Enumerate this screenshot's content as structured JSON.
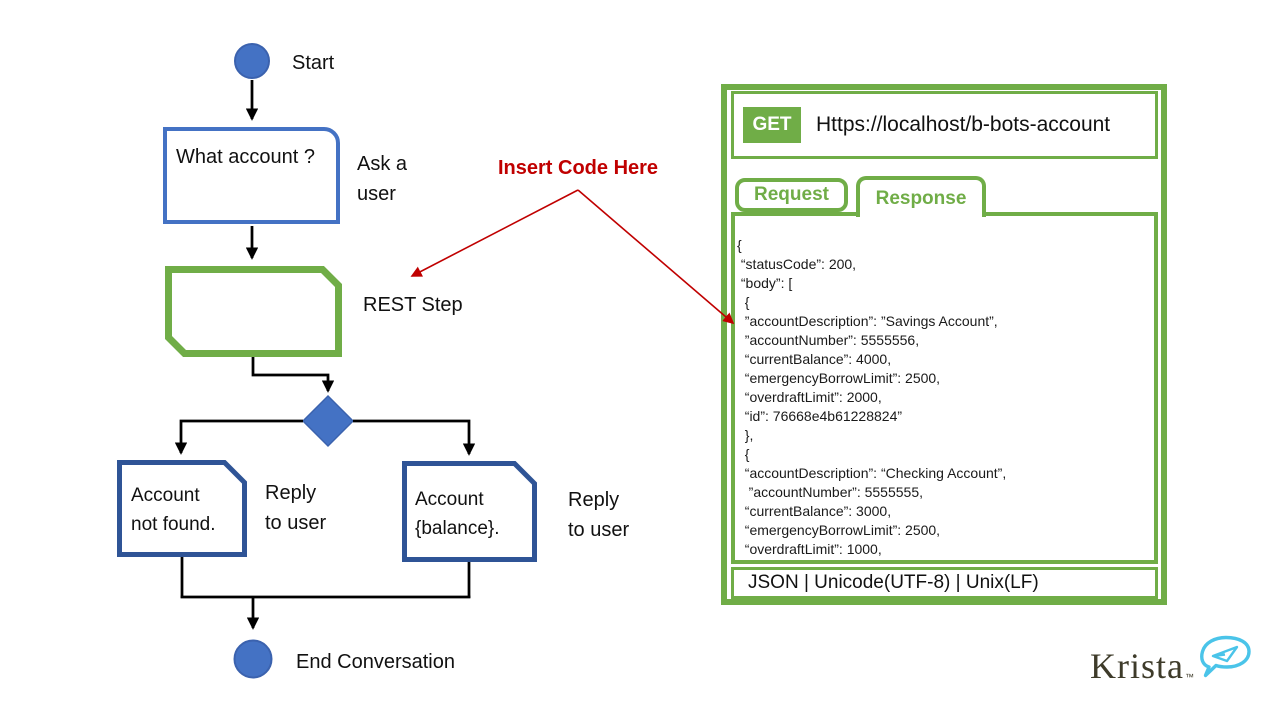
{
  "flowchart": {
    "start_label": "Start",
    "ask_box_text": "What account ?",
    "ask_label": "Ask a\nuser",
    "rest_label": "REST Step",
    "reply_left_box": "Account\nnot found.",
    "reply_left_label": "Reply\nto user",
    "reply_right_box": "Account\n{balance}.",
    "reply_right_label": "Reply\nto user",
    "end_label": "End Conversation"
  },
  "annotation": {
    "label": "Insert Code Here",
    "color": "#C00000"
  },
  "api_panel": {
    "method": "GET",
    "url": "Https://localhost/b-bots-account",
    "tabs": [
      {
        "label": "Request",
        "active": false
      },
      {
        "label": "Response",
        "active": true
      }
    ],
    "response_json": "{\n “statusCode”: 200,\n “body”: [\n  {\n  ”accountDescription”: ”Savings Account”,\n  ”accountNumber”: 5555556,\n  “currentBalance”: 4000,\n  “emergencyBorrowLimit”: 2500,\n  “overdraftLimit”: 2000,\n  “id”: 76668e4b61228824”\n  },\n  {\n  “accountDescription”: “Checking Account”,\n   ”accountNumber”: 5555555,\n  “currentBalance”: 3000,\n  “emergencyBorrowLimit”: 2500,\n  “overdraftLimit”: 1000,",
    "footer": "JSON | Unicode(UTF-8) | Unix(LF)"
  },
  "branding": {
    "logo_text": "Krista",
    "trademark": "™"
  },
  "colors": {
    "accent_green": "#70AD47",
    "node_blue": "#4472C4",
    "dark_blue": "#2F5496",
    "annotation_red": "#C00000",
    "logo_blue": "#4AC4E9",
    "logo_text": "#3E3B2A"
  }
}
